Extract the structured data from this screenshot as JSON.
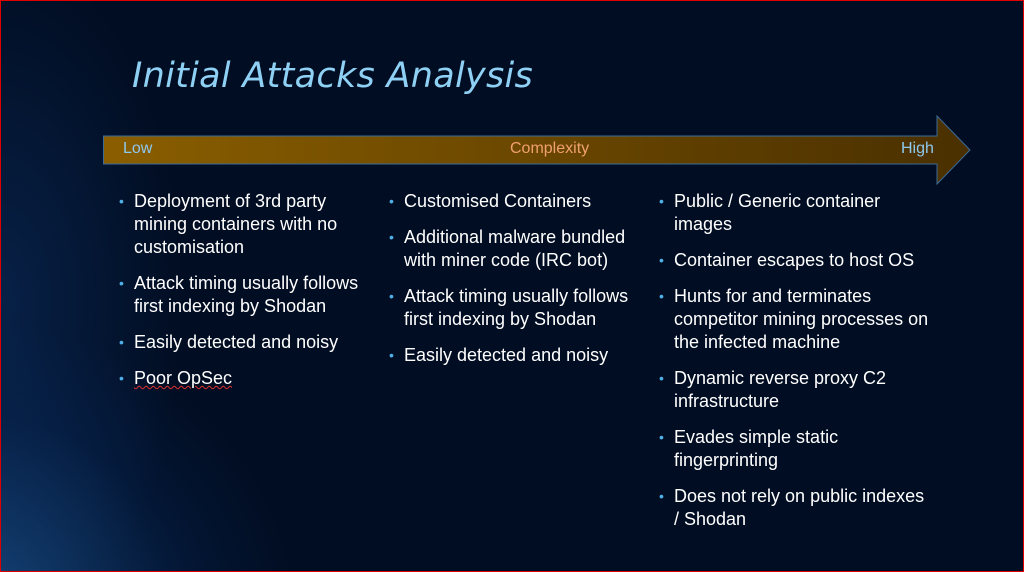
{
  "title": "Initial Attacks Analysis",
  "scale": {
    "low": "Low",
    "label": "Complexity",
    "high": "High"
  },
  "columns": [
    {
      "items": [
        "Deployment of 3rd party mining containers with no customisation",
        "Attack timing usually follows first indexing by Shodan",
        "Easily detected and noisy",
        "Poor OpSec"
      ]
    },
    {
      "items": [
        "Customised Containers",
        "Additional malware bundled with miner code (IRC bot)",
        "Attack timing usually follows first indexing by Shodan",
        "Easily detected and noisy"
      ]
    },
    {
      "items": [
        "Public / Generic container images",
        "Container escapes to host OS",
        "Hunts for and terminates competitor mining processes on the infected machine",
        "Dynamic reverse proxy C2 infrastructure",
        "Evades simple static fingerprinting",
        "Does not rely on public indexes / Shodan"
      ]
    }
  ],
  "colors": {
    "title": "#8fd0f5",
    "arrow_start": "#8a5e00",
    "arrow_end": "#4a3000",
    "bullet": "#4fb0e8"
  }
}
